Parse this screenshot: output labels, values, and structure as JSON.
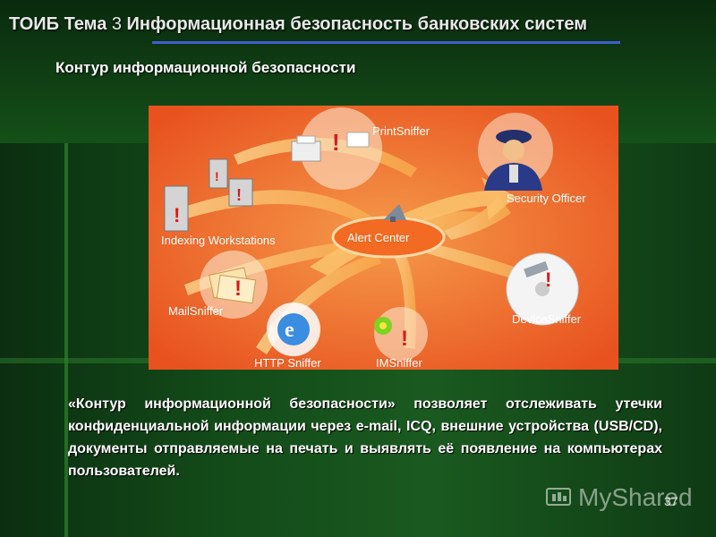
{
  "slide": {
    "title_prefix": "ТОИБ Тема ",
    "title_num": "3",
    "title_rest": " Информационная безопасность банковских систем",
    "subtitle": "Контур информационной безопасности",
    "paragraph": "«Контур информационной безопасности» позволяет отслеживать утечки конфиденциальной информации через e-mail, ICQ, внешние устройства (USB/CD), документы отправляемые на печать и выявлять её появление на компьютерах пользователей.",
    "page_number": "37"
  },
  "diagram": {
    "center_label": "Alert Center",
    "print_sniffer": "PrintSniffer",
    "security_officer": "Security Officer",
    "indexing_workstations": "Indexing Workstations",
    "mail_sniffer": "MailSniffer",
    "device_sniffer": "DeviceSniffer",
    "http_sniffer": "HTTP Sniffer",
    "im_sniffer": "IMSniffer"
  },
  "watermark": {
    "text": "MyShared"
  },
  "colors": {
    "accent": "#3d5fd0",
    "diagram_bg": "#ef6a2a",
    "alert": "#d81a1a"
  }
}
